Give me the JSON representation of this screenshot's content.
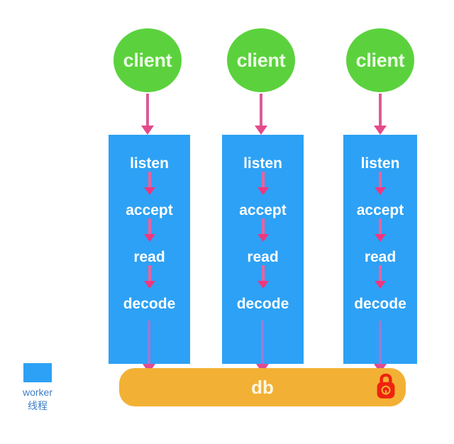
{
  "diagram": {
    "title": "worker-thread-per-connection diagram",
    "colors": {
      "client_fill": "#5BD23D",
      "client_text": "#ECFBE6",
      "worker_fill": "#2DA1F5",
      "worker_text": "#FFFFFF",
      "db_fill": "#F2B134",
      "db_text": "#FDF7E6",
      "arrow_outer": "#DA5C96",
      "arrow_inner": "#F0367F",
      "arrow_to_db": "#9B79D8",
      "lock": "#F02210",
      "legend_text": "#3D7DC4",
      "background": "#FFFFFF"
    },
    "clients": [
      {
        "label": "client"
      },
      {
        "label": "client"
      },
      {
        "label": "client"
      }
    ],
    "workers": [
      {
        "stages": [
          "listen",
          "accept",
          "read",
          "decode"
        ]
      },
      {
        "stages": [
          "listen",
          "accept",
          "read",
          "decode"
        ]
      },
      {
        "stages": [
          "listen",
          "accept",
          "read",
          "decode"
        ]
      }
    ],
    "database": {
      "label": "db",
      "lock_icon": "padlock-icon"
    },
    "legend": {
      "swatch_color": "#2DA1F5",
      "line1": "worker",
      "line2": "线程"
    }
  }
}
